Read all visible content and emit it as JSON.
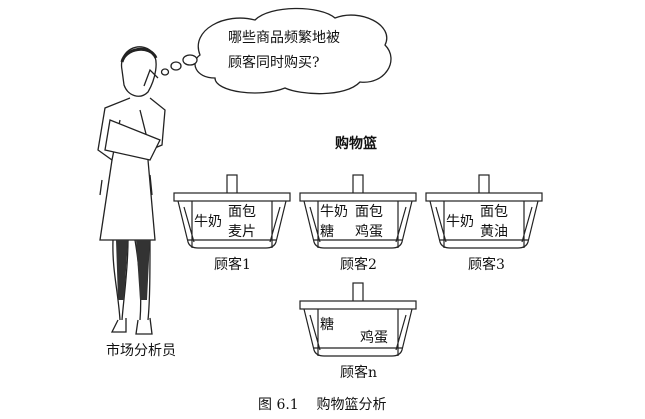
{
  "thought": {
    "line1": "哪些商品频繁地被",
    "line2": "顾客同时购买?"
  },
  "title": "购物篮",
  "analyst_label": "市场分析员",
  "baskets": [
    {
      "customer": "顾客1",
      "items": [
        "牛奶",
        "面包",
        "麦片"
      ]
    },
    {
      "customer": "顾客2",
      "items": [
        "牛奶",
        "面包",
        "糖",
        "鸡蛋"
      ]
    },
    {
      "customer": "顾客3",
      "items": [
        "牛奶",
        "面包",
        "黄油"
      ]
    },
    {
      "customer": "顾客n",
      "items": [
        "糖",
        "鸡蛋"
      ]
    }
  ],
  "caption": {
    "number": "图 6.1",
    "text": "购物篮分析"
  }
}
